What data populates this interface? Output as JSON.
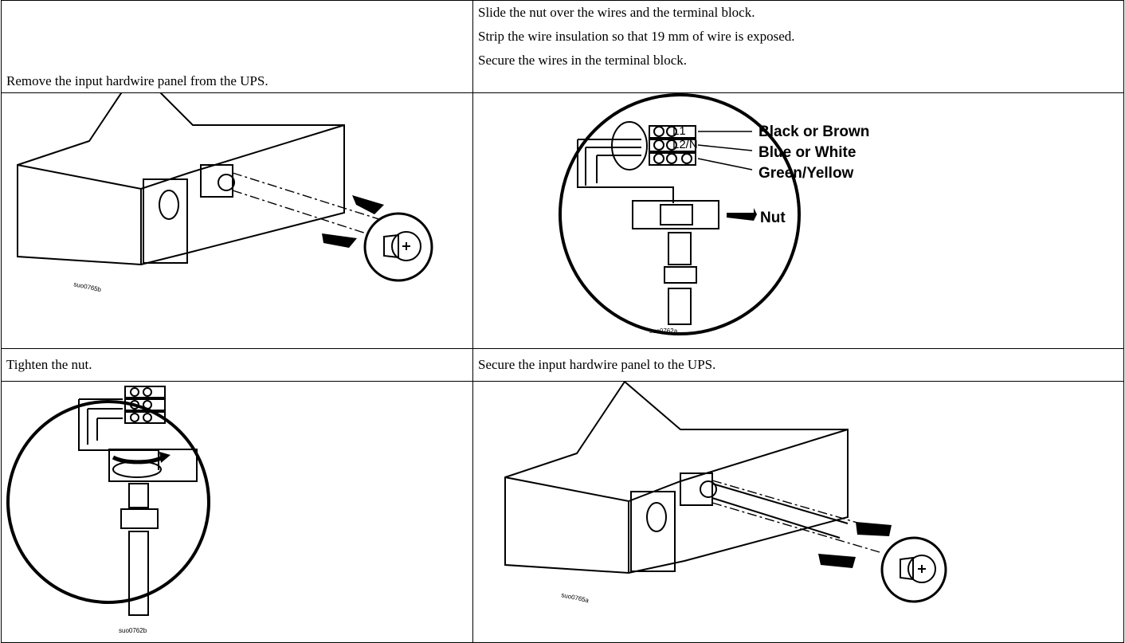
{
  "steps": {
    "step1": {
      "text": "Remove the input hardwire panel from the UPS.",
      "image_code": "suo0765b"
    },
    "step2": {
      "lines": [
        "Slide the nut over the wires and the terminal block.",
        "Strip the wire insulation so that 19 mm of wire is exposed.",
        "Secure the wires in the terminal block."
      ],
      "image_code": "suo0762a",
      "terminals": [
        "L1",
        "L2/N"
      ],
      "labels": [
        "Black or Brown",
        "Blue or White",
        "Green/Yellow",
        "Nut"
      ]
    },
    "step3": {
      "text": "Tighten the nut.",
      "image_code": "suo0762b"
    },
    "step4": {
      "text": "Secure the input hardwire panel to the UPS.",
      "image_code": "suo0765a"
    }
  }
}
